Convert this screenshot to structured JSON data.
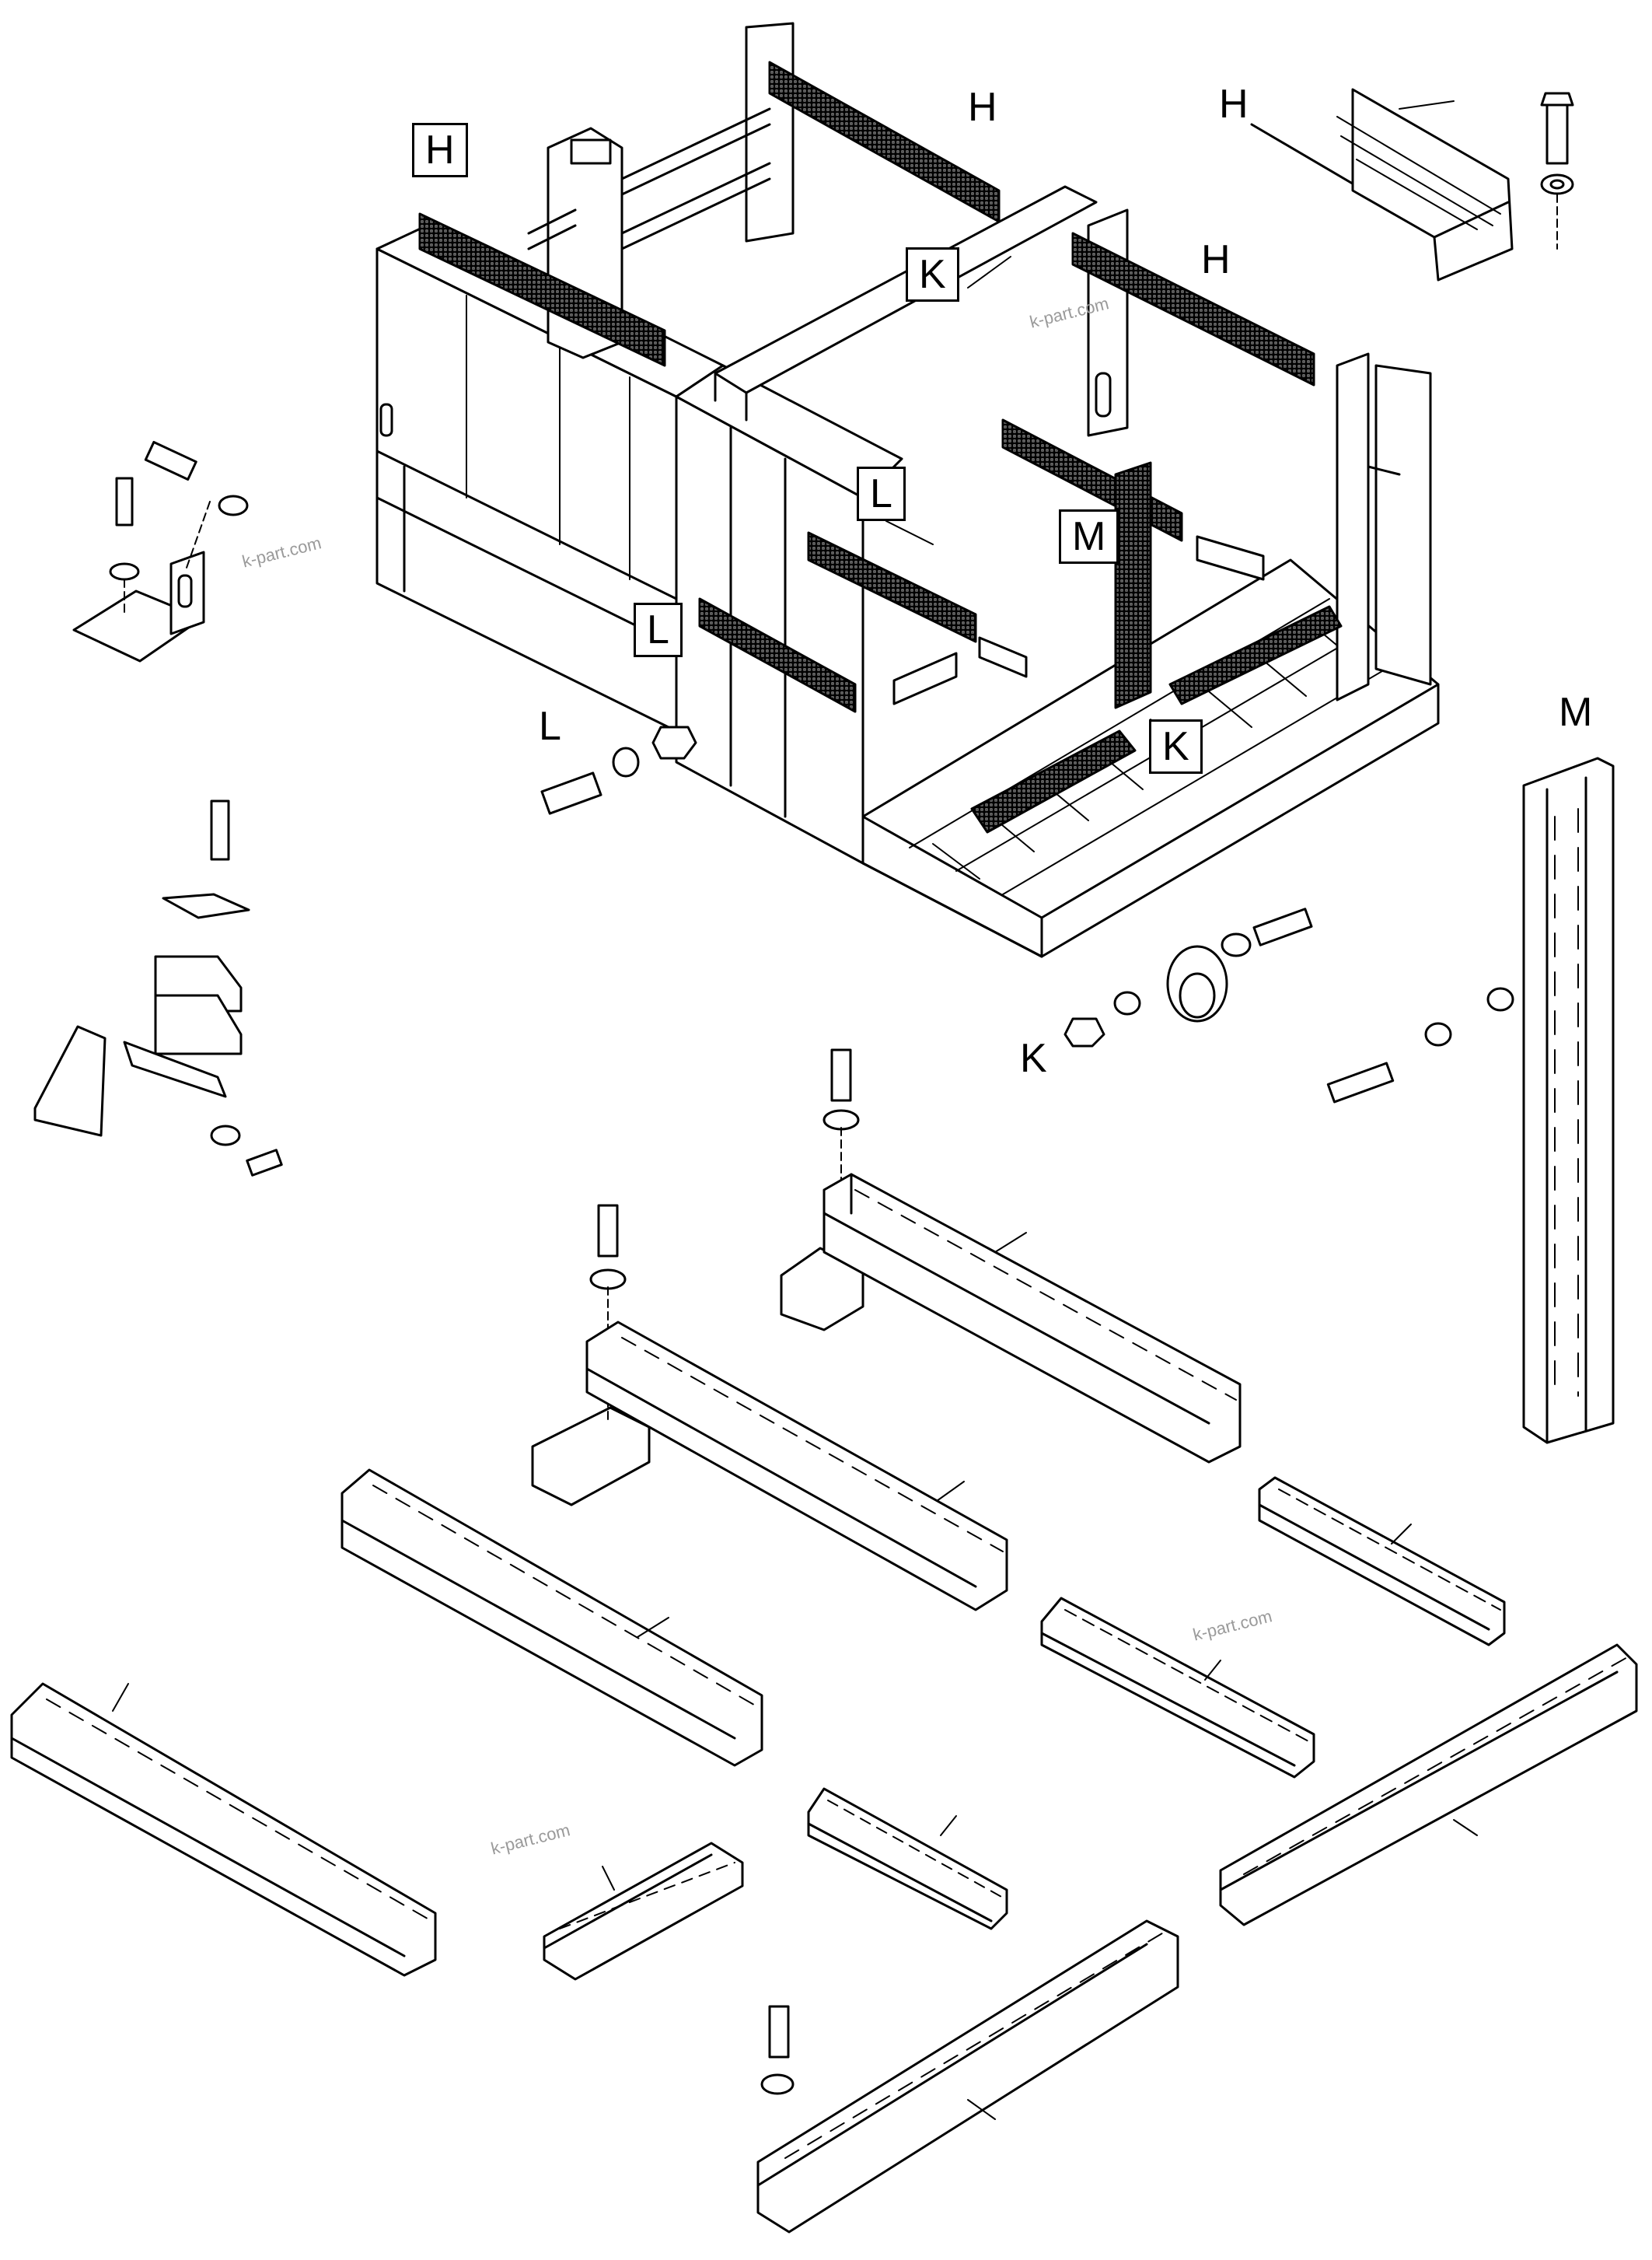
{
  "diagram": {
    "callouts": {
      "h_boxed": "H",
      "h_top": "H",
      "h_right": "H",
      "h_mid": "H",
      "k_boxed": "K",
      "k_boxed_lower": "K",
      "k_left": "K",
      "l_boxed_upper": "L",
      "l_boxed_lower": "L",
      "l_plain": "L",
      "m_boxed": "M",
      "m_right": "M"
    },
    "watermarks": {
      "top": "k-part.com",
      "left": "k-part.com",
      "middle": "k-part.com",
      "bottom": "k-part.com"
    }
  }
}
